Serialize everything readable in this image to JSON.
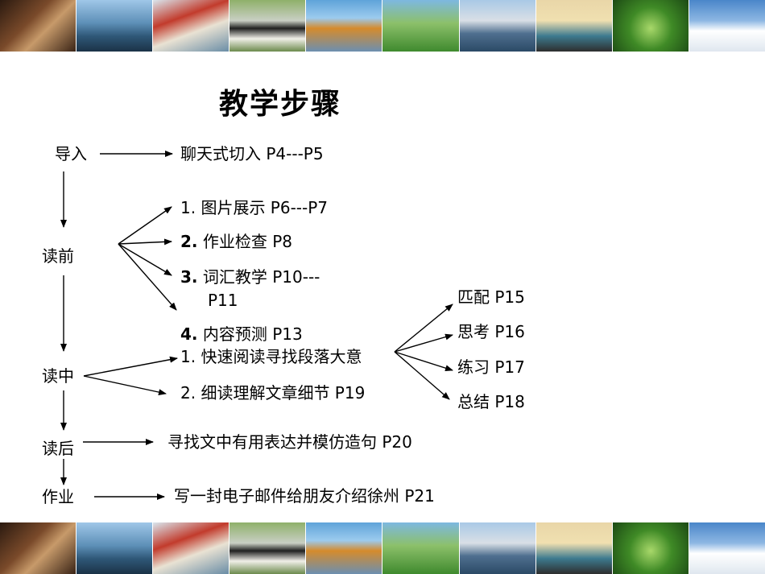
{
  "title": "教学步骤",
  "stages": {
    "intro": "导入",
    "pre_reading": "读前",
    "while_reading": "读中",
    "post_reading": "读后",
    "homework": "作业"
  },
  "intro_step": "聊天式切入   P4---P5",
  "pre_steps": [
    {
      "num": "1.",
      "text": " 图片展示   P6---P7"
    },
    {
      "num": "2.",
      "text": " 作业检查   P8"
    },
    {
      "num": "3.",
      "text": " 词汇教学   P10---"
    },
    {
      "num": "",
      "text": "P11"
    },
    {
      "num": "4.",
      "text": " 内容预测   P13"
    }
  ],
  "while_steps": [
    "1. 快速阅读寻找段落大意",
    "2.  细读理解文章细节   P19"
  ],
  "fast_reading_substeps": [
    "匹配   P15",
    "思考   P16",
    "练习   P17",
    "总结   P18"
  ],
  "post_step": "寻找文中有用表达并模仿造句   P20",
  "homework_step": "写一封电子邮件给朋友介绍徐州   P21",
  "colors": {
    "arrow": "#000000",
    "text": "#000000",
    "background": "#ffffff"
  }
}
